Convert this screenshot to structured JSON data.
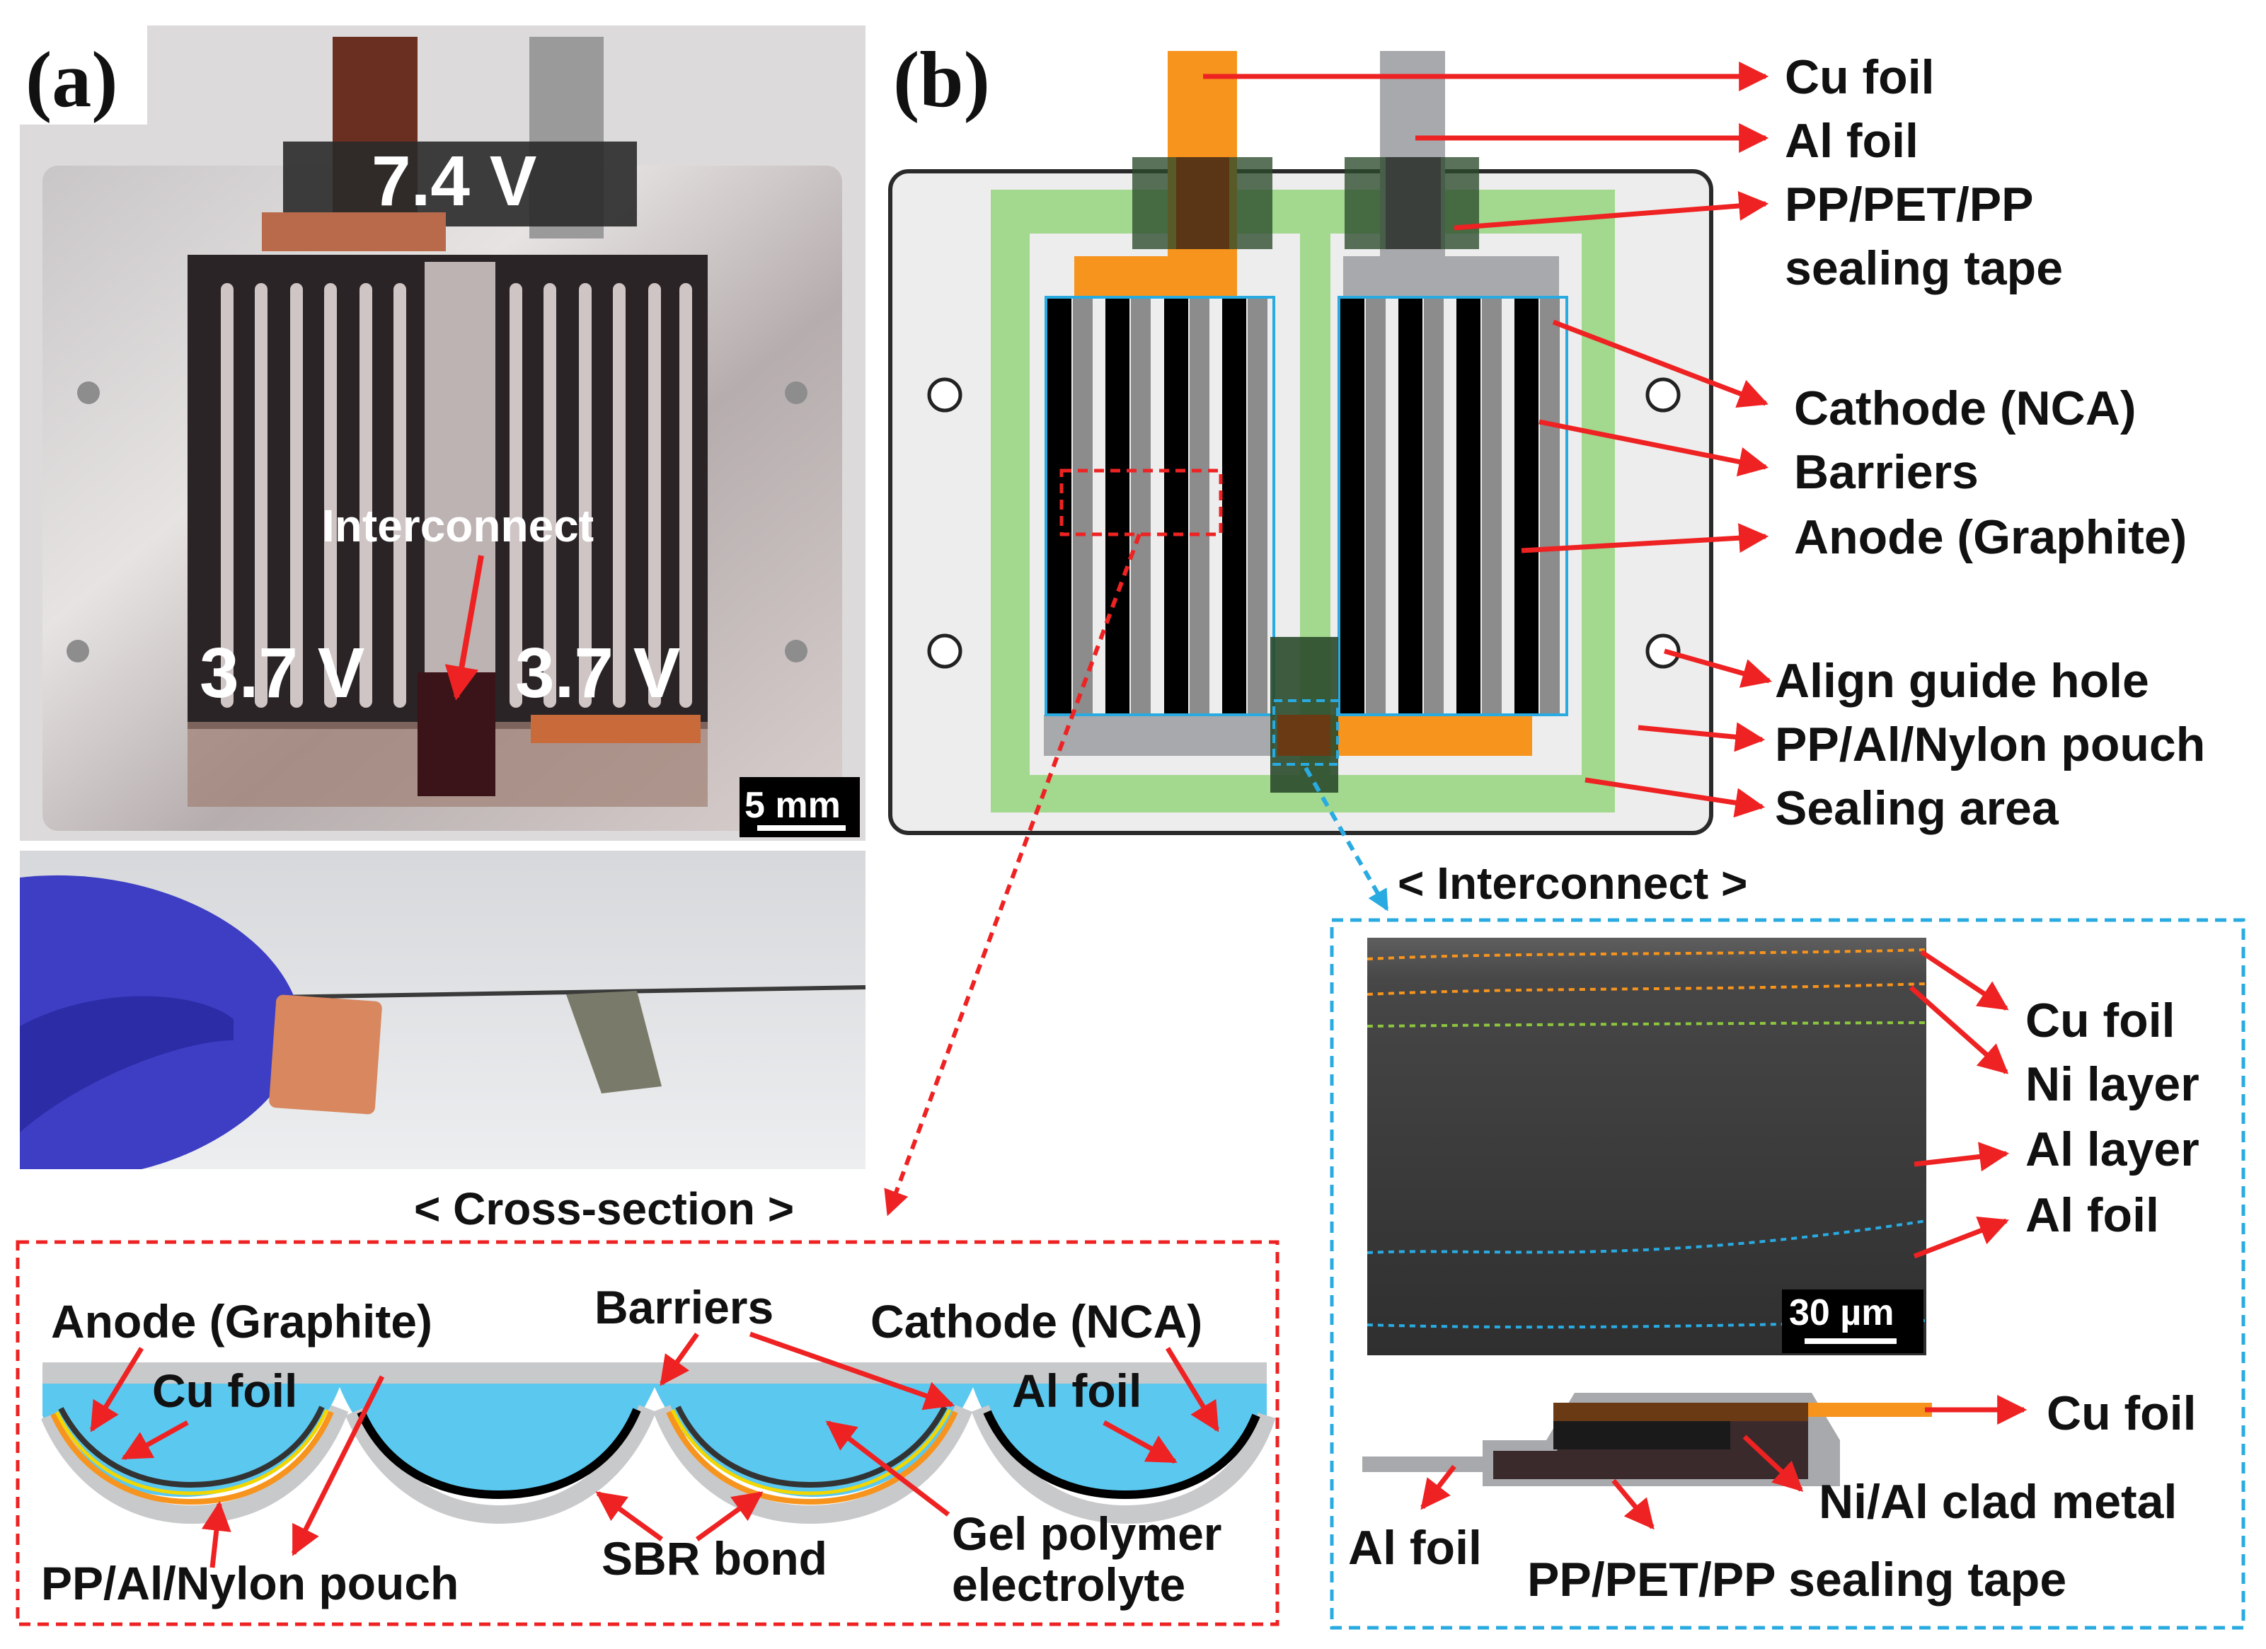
{
  "panel_a": {
    "label": "(a)",
    "voltage_top": "7.4 V",
    "voltage_left": "3.7 V",
    "voltage_right": "3.7 V",
    "interconnect": "Interconnect",
    "scale": "5 mm"
  },
  "panel_b": {
    "label": "(b)",
    "cu_foil": "Cu foil",
    "al_foil": "Al foil",
    "tape_line1": "PP/PET/PP",
    "tape_line2": "sealing tape",
    "cathode": "Cathode (NCA)",
    "barriers": "Barriers",
    "anode": "Anode (Graphite)",
    "align_hole": "Align guide hole",
    "pouch": "PP/Al/Nylon pouch",
    "sealing_area": "Sealing area"
  },
  "interconnect_detail": {
    "title": "< Interconnect >",
    "cu_foil": "Cu foil",
    "ni_layer": "Ni layer",
    "al_layer": "Al layer",
    "al_foil": "Al foil",
    "scale": "30 µm",
    "diagram_cu_foil": "Cu foil",
    "diagram_nial": "Ni/Al clad metal",
    "diagram_al_foil": "Al foil",
    "diagram_tape": "PP/PET/PP sealing tape"
  },
  "cross_section": {
    "title": "< Cross-section >",
    "anode": "Anode (Graphite)",
    "barriers": "Barriers",
    "cathode": "Cathode (NCA)",
    "cu_foil": "Cu foil",
    "al_foil": "Al foil",
    "pouch": "PP/Al/Nylon pouch",
    "sbr": "SBR bond",
    "gel_line1": "Gel polymer",
    "gel_line2": "electrolyte"
  },
  "colors": {
    "arrow_red": "#ee2222",
    "cu_orange": "#f7941d",
    "al_gray": "#a7a9ac",
    "sealing_green": "#a3d98f",
    "electrolyte_blue": "#5bc8f0",
    "blue_dash": "#29abe2"
  }
}
